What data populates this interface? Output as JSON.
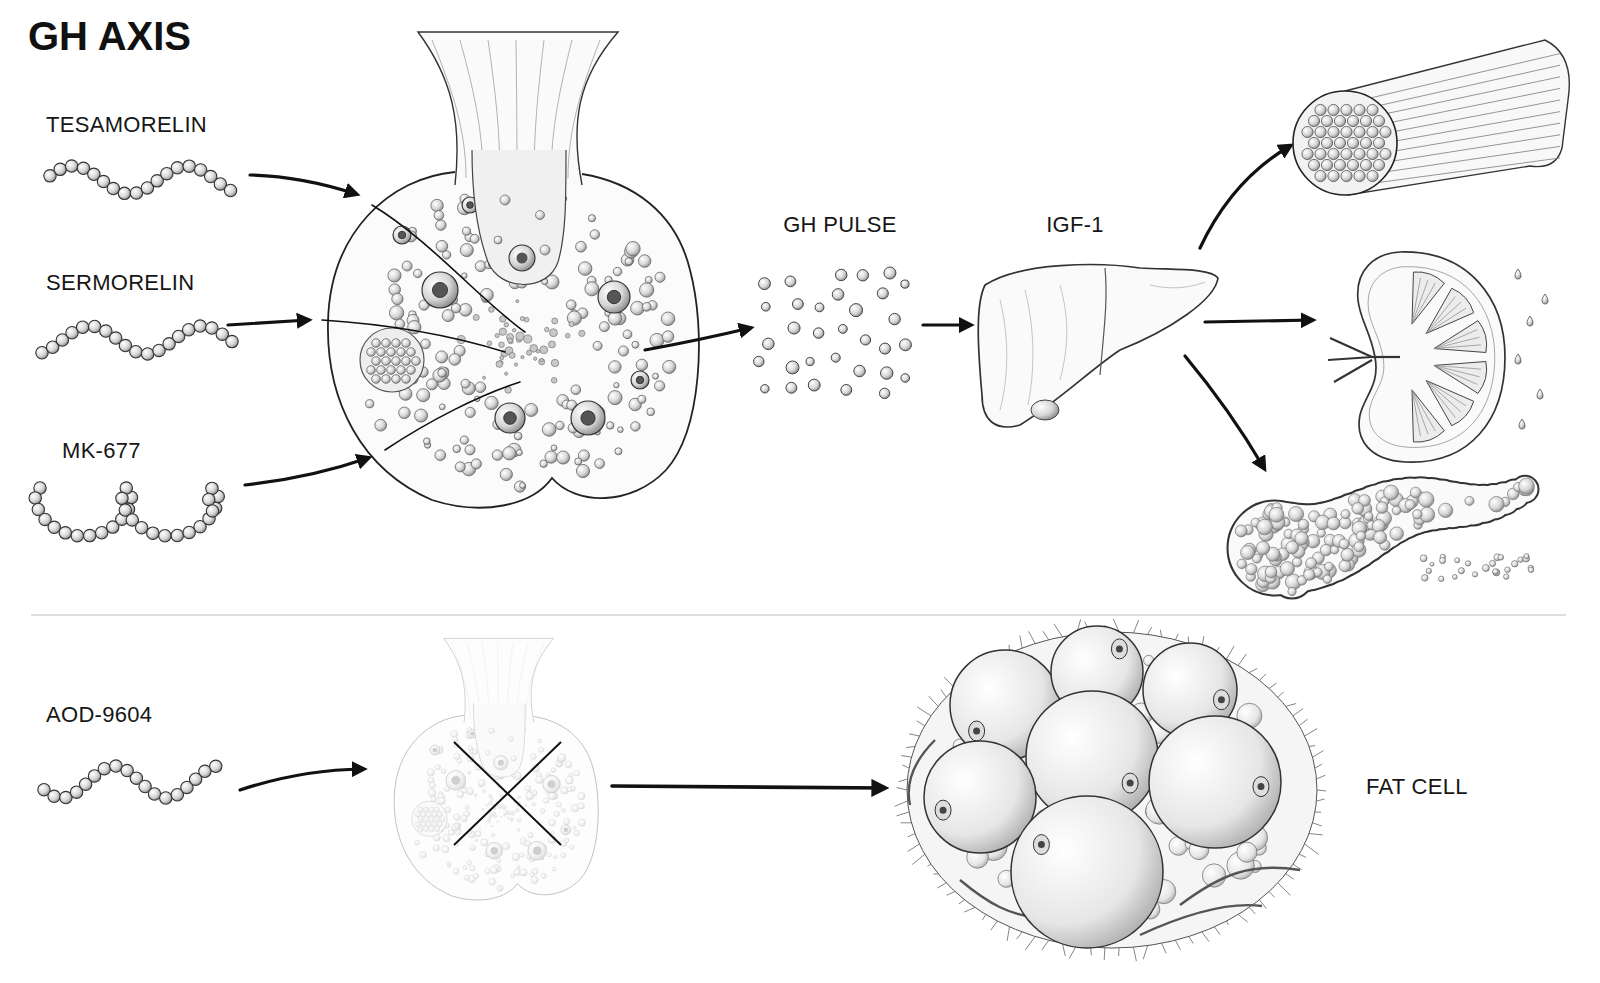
{
  "diagram": {
    "title": "GH AXIS",
    "nodes": [
      {
        "text": [
          "TESAMORELIN"
        ]
      },
      {
        "text": [
          "SERMORELIN"
        ]
      },
      {
        "text": [
          "MK-677"
        ]
      },
      {
        "text": [
          "GH PULSE"
        ]
      },
      {
        "text": [
          "IGF-1"
        ]
      },
      {
        "text": [
          "AOD-9604"
        ]
      },
      {
        "text": [
          "FAT CELL"
        ]
      }
    ],
    "edges": [
      {
        "from": 3,
        "to": 4,
        "arrow": "to"
      }
    ]
  }
}
